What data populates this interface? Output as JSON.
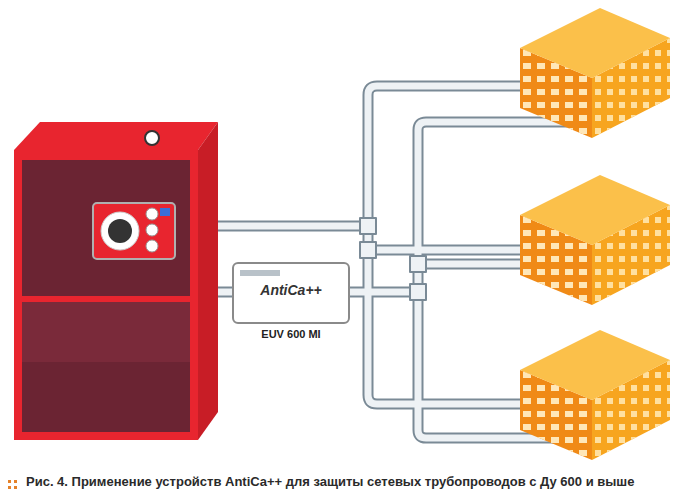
{
  "diagram": {
    "caption": "Рис. 4. Применение устройств AntiCa++ для защиты сетевых трубопроводов с Ду 600 и выше",
    "nodes": [
      {
        "text": [
          "AntiCa++",
          "EUV 600 MI"
        ]
      }
    ]
  }
}
